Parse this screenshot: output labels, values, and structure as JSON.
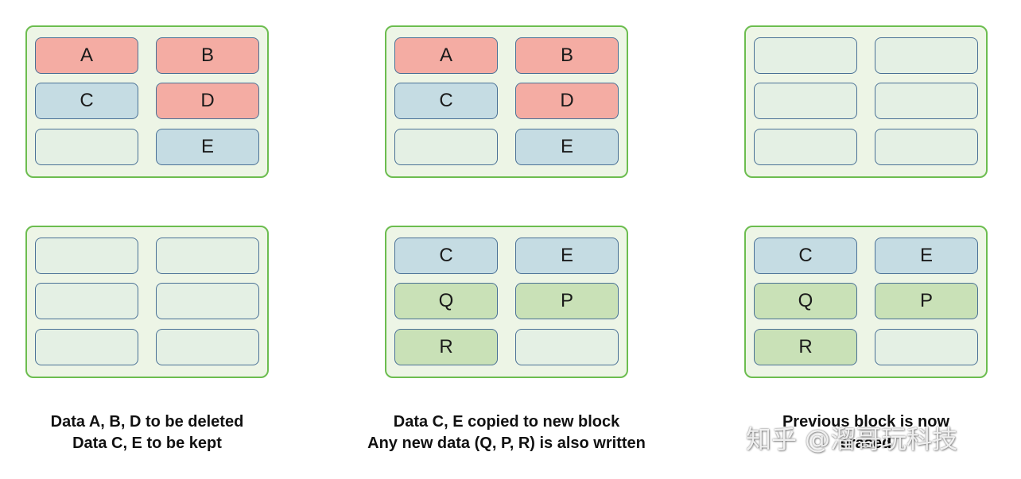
{
  "colors": {
    "block_border": "#6cbd4f",
    "block_fill": "#edf5e6",
    "page_border": "#4a7196",
    "invalid_page": "#f4aca3",
    "valid_page": "#c5dce3",
    "new_page": "#c9e1b7",
    "empty_page": "#e4f0e4"
  },
  "blocks": [
    {
      "pages": [
        {
          "label": "A",
          "state": "invalid"
        },
        {
          "label": "B",
          "state": "invalid"
        },
        {
          "label": "C",
          "state": "valid"
        },
        {
          "label": "D",
          "state": "invalid"
        },
        {
          "label": "",
          "state": "empty"
        },
        {
          "label": "E",
          "state": "valid"
        }
      ]
    },
    {
      "pages": [
        {
          "label": "",
          "state": "empty"
        },
        {
          "label": "",
          "state": "empty"
        },
        {
          "label": "",
          "state": "empty"
        },
        {
          "label": "",
          "state": "empty"
        },
        {
          "label": "",
          "state": "empty"
        },
        {
          "label": "",
          "state": "empty"
        }
      ]
    },
    {
      "pages": [
        {
          "label": "A",
          "state": "invalid"
        },
        {
          "label": "B",
          "state": "invalid"
        },
        {
          "label": "C",
          "state": "valid"
        },
        {
          "label": "D",
          "state": "invalid"
        },
        {
          "label": "",
          "state": "empty"
        },
        {
          "label": "E",
          "state": "valid"
        }
      ]
    },
    {
      "pages": [
        {
          "label": "C",
          "state": "valid"
        },
        {
          "label": "E",
          "state": "valid"
        },
        {
          "label": "Q",
          "state": "new"
        },
        {
          "label": "P",
          "state": "new"
        },
        {
          "label": "R",
          "state": "new"
        },
        {
          "label": "",
          "state": "empty"
        }
      ]
    },
    {
      "pages": [
        {
          "label": "",
          "state": "empty"
        },
        {
          "label": "",
          "state": "empty"
        },
        {
          "label": "",
          "state": "empty"
        },
        {
          "label": "",
          "state": "empty"
        },
        {
          "label": "",
          "state": "empty"
        },
        {
          "label": "",
          "state": "empty"
        }
      ]
    },
    {
      "pages": [
        {
          "label": "C",
          "state": "valid"
        },
        {
          "label": "E",
          "state": "valid"
        },
        {
          "label": "Q",
          "state": "new"
        },
        {
          "label": "P",
          "state": "new"
        },
        {
          "label": "R",
          "state": "new"
        },
        {
          "label": "",
          "state": "empty"
        }
      ]
    }
  ],
  "captions": [
    {
      "line1": "Data A, B, D to be deleted",
      "line2": "Data C, E to be kept"
    },
    {
      "line1": "Data C, E copied to new block",
      "line2": "Any new data (Q, P, R) is also written"
    },
    {
      "line1": "Previous block is now",
      "line2": "erased"
    }
  ],
  "watermark": "知乎 @溜哥玩科技"
}
